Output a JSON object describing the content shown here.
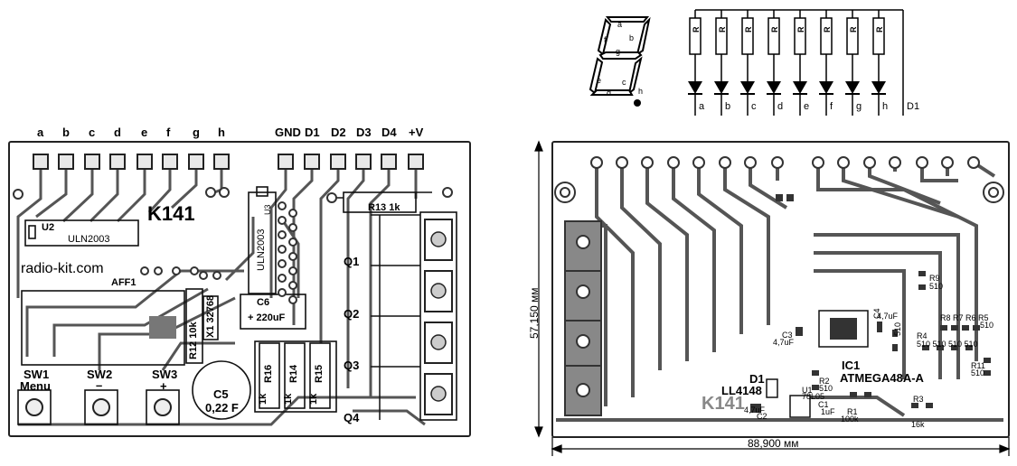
{
  "segment": {
    "letters": [
      "a",
      "b",
      "c",
      "d",
      "e",
      "f",
      "g",
      "h"
    ]
  },
  "strip": {
    "resistor": "R",
    "leds": [
      "a",
      "b",
      "c",
      "d",
      "e",
      "f",
      "g",
      "h"
    ],
    "d1": "D1"
  },
  "left": {
    "top_labels": [
      "a",
      "b",
      "c",
      "d",
      "e",
      "f",
      "g",
      "h",
      "GND",
      "D1",
      "D2",
      "D3",
      "D4",
      "+V"
    ],
    "kit": "K141",
    "url": "radio-kit.com",
    "u2": "U2",
    "uln_a": "ULN2003",
    "uln_b": "ULN2003",
    "u3": "U3",
    "r13": "R13 1k",
    "aff1": "AFF1",
    "r12": "R12 10k",
    "x1": "X1 32768",
    "c6": "C6",
    "c6_val": "+ 220uF",
    "q": [
      "Q1",
      "Q2",
      "Q3",
      "Q4"
    ],
    "r16": "R16",
    "r14": "R14",
    "r15": "R15",
    "rk": [
      "1k",
      "1k",
      "1k"
    ],
    "c5": "C5",
    "c5_val": "0,22 F",
    "sw": [
      "SW1",
      "SW2",
      "SW3"
    ],
    "menu": "Menu",
    "minus": "–",
    "plus": "+"
  },
  "right": {
    "height": "57,150 мм",
    "width": "88,900 мм",
    "kit": "K141",
    "ic1": "IC1",
    "ic1_name": "ATMEGA48A-A",
    "d1": "D1",
    "d1_name": "LL4148",
    "r9": "R9",
    "r9v": "510",
    "rset": "R8 R7 R6 R5",
    "rset2": "510",
    "r4": "R4",
    "r4vals": "510 510 510 510",
    "r10": "510",
    "r11": "R11",
    "r11v": "510",
    "c4": "C4",
    "c4v": "4,7uF",
    "c3": "C3",
    "c3v": "4,7uF",
    "r2": "R2",
    "r2v": "510",
    "u1": "U1",
    "u1v": "78L05",
    "c1": "C1",
    "c1v": "1uF",
    "c2v": "4,7uF",
    "c2": "C2",
    "r1": "R1",
    "r1v": "100k",
    "r3": "R3",
    "r3v": "16k"
  }
}
